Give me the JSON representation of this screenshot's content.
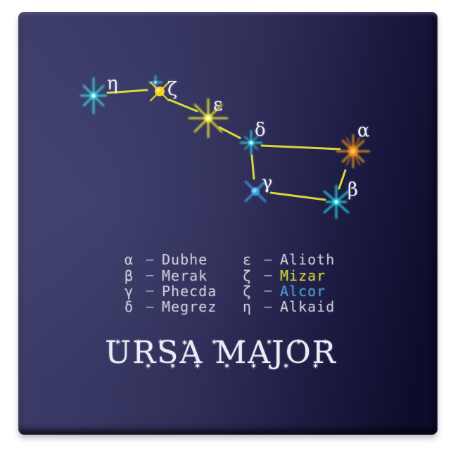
{
  "title": {
    "text": "URSA MAJOR"
  },
  "constellation": {
    "star_labels": {
      "eta": "η",
      "zeta": "ζ",
      "epsilon": "ε",
      "delta": "δ",
      "alpha": "α",
      "gamma": "γ",
      "beta": "β"
    },
    "line_color": "#e2e23a",
    "star_colors": {
      "alkaid": "#3ad9e6",
      "mizar": "#f0d31d",
      "alcor": "#45c8f0",
      "alioth": "#f2ea3a",
      "megrez": "#38d8e8",
      "dubhe": "#f2921c",
      "phecda": "#3e9ee6",
      "merak": "#2bd8e8"
    }
  },
  "legend": {
    "dash": "–",
    "left": [
      {
        "greek": "α",
        "name": "Dubhe"
      },
      {
        "greek": "β",
        "name": "Merak"
      },
      {
        "greek": "γ",
        "name": "Phecda"
      },
      {
        "greek": "δ",
        "name": "Megrez"
      }
    ],
    "right": [
      {
        "greek": "ε",
        "name": "Alioth",
        "name_color": "#c9ccd8"
      },
      {
        "greek": "ζ",
        "name": "Mizar",
        "name_color": "#d4d42a"
      },
      {
        "greek": "ζ",
        "name": "Alcor",
        "name_color": "#3f9fd8"
      },
      {
        "greek": "η",
        "name": "Alkaid",
        "name_color": "#c9ccd8"
      }
    ]
  },
  "icons": {
    "star_glyph": "✶"
  },
  "tile": {
    "face_color_light": "#3f3f6b",
    "face_color_dark": "#0c0c2b",
    "surround_color": "#ffffff"
  }
}
